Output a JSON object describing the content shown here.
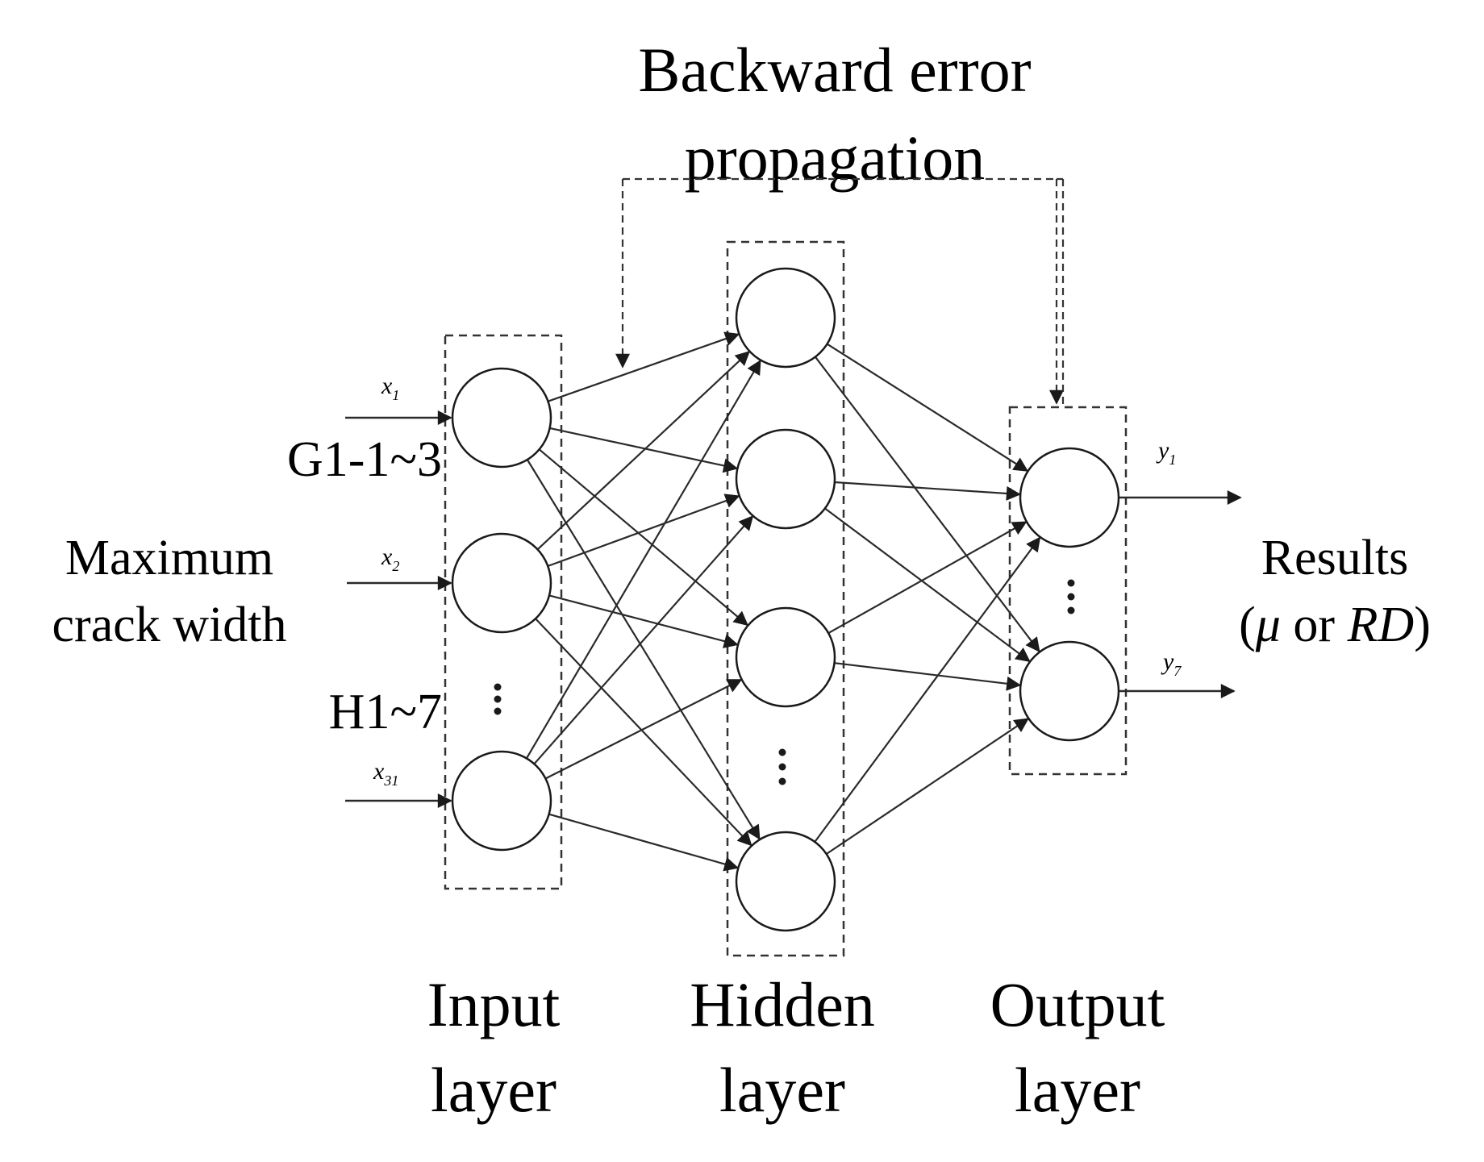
{
  "title": {
    "line1": "Backward error",
    "line2": "propagation"
  },
  "inputs": {
    "label_line1": "Maximum",
    "label_line2": "crack width",
    "group_g": "G1-1~3",
    "group_h": "H1~7",
    "x1": "x",
    "x1_sub": "1",
    "x2": "x",
    "x2_sub": "2",
    "xn": "x",
    "xn_sub": "31"
  },
  "outputs": {
    "label_line1": "Results",
    "label_line2_pre": "(",
    "label_mu": "μ",
    "label_or": " or ",
    "label_rd": "RD",
    "label_line2_post": ")",
    "y1": "y",
    "y1_sub": "1",
    "yn": "y",
    "yn_sub": "7"
  },
  "layers": {
    "input_line1": "Input",
    "input_line2": "layer",
    "hidden_line1": "Hidden",
    "hidden_line2": "layer",
    "output_line1": "Output",
    "output_line2": "layer"
  },
  "structure": {
    "input_nodes_shown": 3,
    "hidden_nodes_shown": 4,
    "output_nodes_shown": 2
  }
}
